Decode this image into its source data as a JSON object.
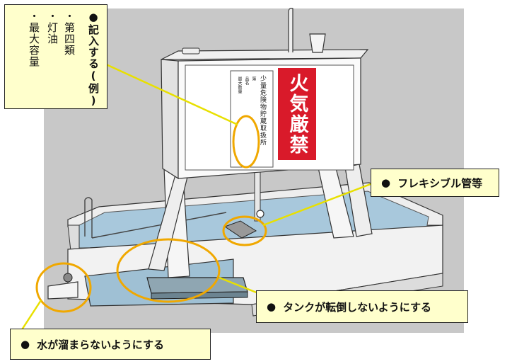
{
  "callouts": {
    "example_box": {
      "bullet": "●",
      "line1": "記入する(例)",
      "line2": "・第四類",
      "line3": "・灯油",
      "line4": "・最大容量"
    },
    "flexible_pipe": {
      "bullet": "●",
      "text": "フレキシブル管等"
    },
    "tank_stability": {
      "bullet": "●",
      "text": "タンクが転倒しないようにする"
    },
    "water_drain": {
      "bullet": "●",
      "text": "水が溜まらないようにする"
    }
  },
  "sign": {
    "fire_warning": "火気厳禁",
    "facility_label": "少量危険物貯蔵取扱所",
    "items": [
      "第",
      "品名",
      "最大数量"
    ]
  },
  "colors": {
    "callout_fill": "#ffffcc",
    "highlight_ring": "#f0a800",
    "leader_line": "#e8e000",
    "fire_sign": "#d91a2a",
    "water": "#a8c8dc"
  }
}
